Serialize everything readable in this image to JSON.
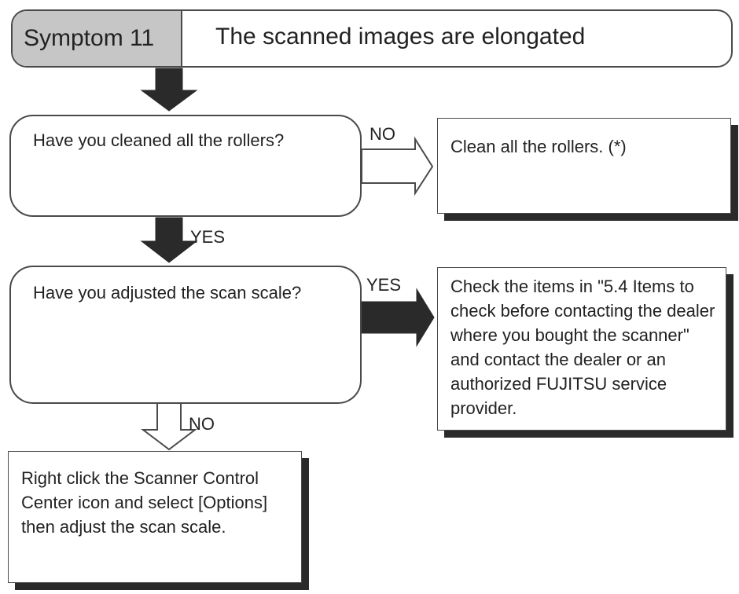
{
  "header": {
    "symptom_label": "Symptom 11",
    "title": "The scanned images are elongated"
  },
  "questions": {
    "q1": "Have you cleaned all the rollers?",
    "q2": "Have you adjusted the scan scale?"
  },
  "actions": {
    "a1": "Clean all the rollers. (*)",
    "a2": "Check the items in \"5.4 Items to check before contacting the dealer where you bought the scanner\" and contact the dealer or an authorized FUJITSU service provider.",
    "a3": "Right click the Scanner Control Center icon and select [Options] then adjust the scan scale."
  },
  "labels": {
    "q1_no": "NO",
    "q1_yes": "YES",
    "q2_yes": "YES",
    "q2_no": "NO"
  },
  "colors": {
    "line": "#4a4a4a",
    "dark_arrow": "#2a2a2a",
    "tab_fill": "#c6c6c6"
  }
}
